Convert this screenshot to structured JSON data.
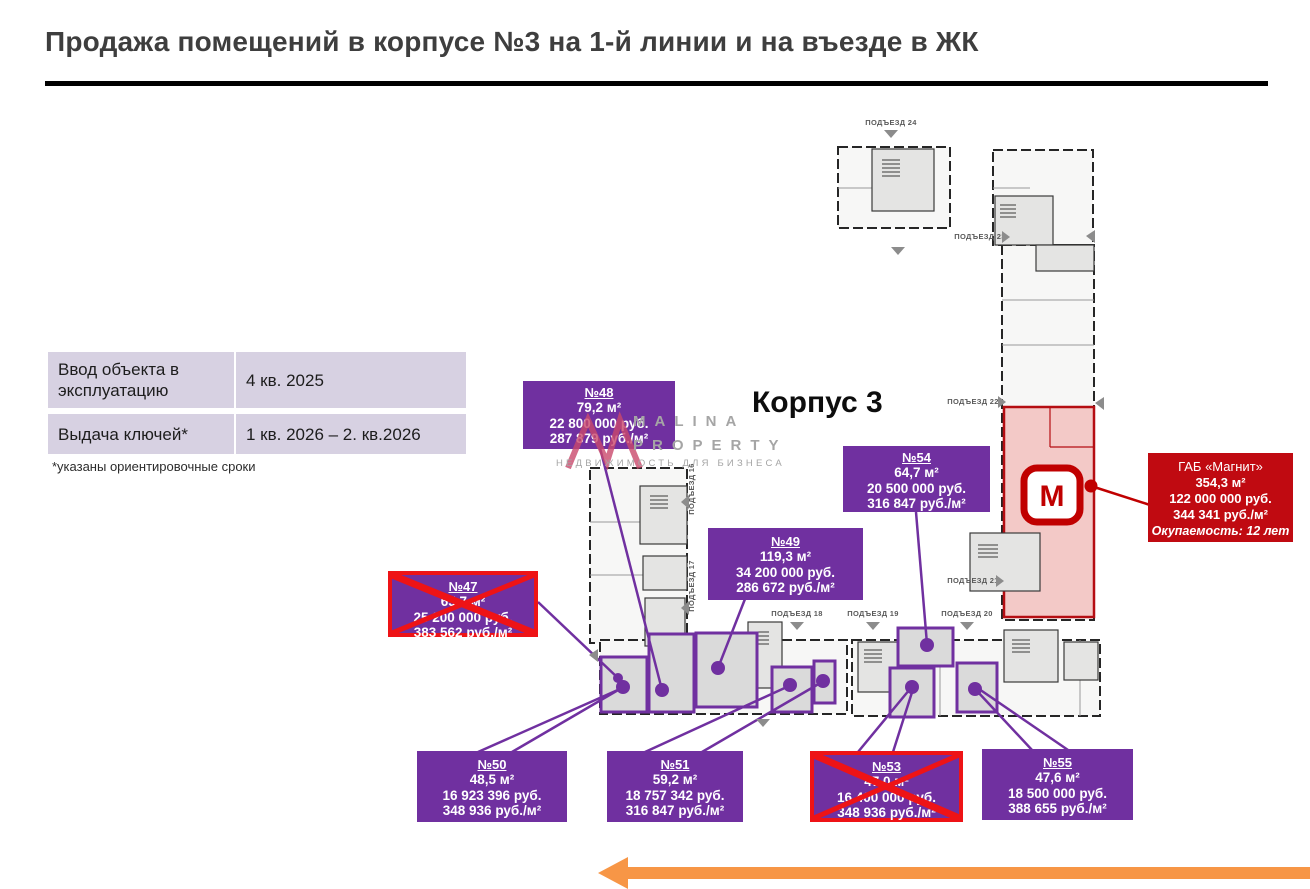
{
  "slide": {
    "title": "Продажа помещений в корпусе №3 на 1-й линии и на въезде в ЖК",
    "building_caption": "Корпус 3"
  },
  "info_table": {
    "rows": [
      {
        "label": "Ввод объекта в эксплуатацию",
        "value": "4 кв. 2025"
      },
      {
        "label": "Выдача ключей*",
        "value": "1 кв. 2026 – 2. кв.2026"
      }
    ],
    "footnote": "*указаны ориентировочные сроки"
  },
  "watermark": {
    "brand_line1": "MALINA",
    "brand_line2": "PROPERTY",
    "tagline": "НЕДВИЖИМОСТЬ ДЛЯ БИЗНЕСА"
  },
  "units": [
    {
      "number": "№47",
      "area": "65,7 м²",
      "price": "25 200 000 руб.",
      "price_per_m2": "383 562 руб./м²",
      "sold": true
    },
    {
      "number": "№48",
      "area": "79,2 м²",
      "price": "22 800 000 руб.",
      "price_per_m2": "287 879 руб./м²",
      "sold": false
    },
    {
      "number": "№49",
      "area": "119,3 м²",
      "price": "34 200 000 руб.",
      "price_per_m2": "286 672 руб./м²",
      "sold": false
    },
    {
      "number": "№50",
      "area": "48,5 м²",
      "price": "16 923 396 руб.",
      "price_per_m2": "348 936 руб./м²",
      "sold": false
    },
    {
      "number": "№51",
      "area": "59,2 м²",
      "price": "18 757 342 руб.",
      "price_per_m2": "316 847 руб./м²",
      "sold": false
    },
    {
      "number": "№53",
      "area": "47,0 м²",
      "price": "16 400 000 руб.",
      "price_per_m2": "348 936 руб./м²",
      "sold": true
    },
    {
      "number": "№54",
      "area": "64,7 м²",
      "price": "20 500 000 руб.",
      "price_per_m2": "316 847 руб./м²",
      "sold": false
    },
    {
      "number": "№55",
      "area": "47,6 м²",
      "price": "18 500 000 руб.",
      "price_per_m2": "388 655 руб./м²",
      "sold": false
    }
  ],
  "gab_offer": {
    "title": "ГАБ «Магнит»",
    "area": "354,3 м²",
    "price": "122 000 000 руб.",
    "price_per_m2": "344 341 руб./м²",
    "payback": "Окупаемость: 12 лет"
  },
  "plan": {
    "entrances": [
      "ПОДЪЕЗД 16",
      "ПОДЪЕЗД 17",
      "ПОДЪЕЗД 18",
      "ПОДЪЕЗД 19",
      "ПОДЪЕЗД 20",
      "ПОДЪЕЗД 21",
      "ПОДЪЕЗД 22",
      "ПОДЪЕЗД 23",
      "ПОДЪЕЗД 24"
    ],
    "magnit_logo_letter": "М"
  },
  "colors": {
    "accent_purple": "#7030a0",
    "sold_cross_red": "#ee1316",
    "gab_red": "#c00a11",
    "magnit_red": "#c00000",
    "plan_highlight_pink": "#f3c9c7",
    "arrow_orange": "#f79646",
    "table_lavender": "#d7d1e2"
  }
}
